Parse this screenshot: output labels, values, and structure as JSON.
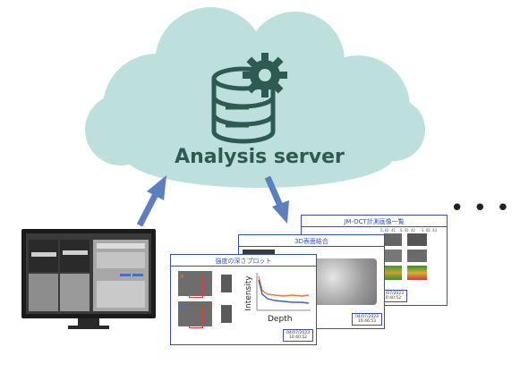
{
  "server": {
    "label": "Analysis server",
    "icon": "database-gear-icon",
    "cloud_color": "#bde0dc",
    "icon_color": "#2f5a52"
  },
  "reports": [
    {
      "title": "JM-OCT計測画像一覧",
      "tile_labels": [
        "S. ID: 41",
        "S. ID: 42",
        "S. ID: 43"
      ],
      "footer": [
        "04/07/2023",
        "10:40:52"
      ]
    },
    {
      "title": "3D表面結合",
      "footer": [
        "04/07/2023",
        "10:46:53"
      ]
    },
    {
      "title": "強度の深さプロット",
      "marker_a": "A",
      "marker_b": "B",
      "plot_ylabel": "Intensity",
      "plot_xlabel": "Depth",
      "footer": [
        "04/07/2023",
        "10:40:52"
      ]
    }
  ],
  "ellipsis": "• • •",
  "colors": {
    "arrow": "#5b7fbf",
    "report_border": "#3552a8",
    "curve_orange": "#e8773a",
    "curve_blue": "#3a5fbf"
  }
}
